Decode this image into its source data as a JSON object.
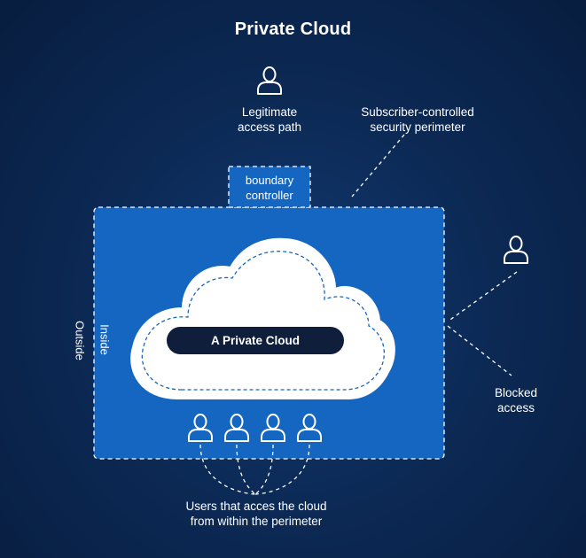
{
  "title": "Private Cloud",
  "labels": {
    "legitimate_line1": "Legitimate",
    "legitimate_line2": "access path",
    "perimeter_line1": "Subscriber-controlled",
    "perimeter_line2": "security perimeter",
    "boundary_line1": "boundary",
    "boundary_line2": "controller",
    "outside": "Outside",
    "inside": "Inside",
    "cloud_pill": "A Private Cloud",
    "blocked_line1": "Blocked",
    "blocked_line2": "access",
    "users_line1": "Users that acces the cloud",
    "users_line2": "from within the perimeter"
  },
  "icons": {
    "top_user": "user-icon",
    "right_user": "user-icon",
    "inside_users": [
      "user-icon",
      "user-icon",
      "user-icon",
      "user-icon"
    ]
  },
  "colors": {
    "background": "#0c2a56",
    "perimeter_fill": "#1566c0",
    "cloud_fill": "#ffffff",
    "pill_fill": "#0f1e3a",
    "dash": "#ffffff"
  }
}
